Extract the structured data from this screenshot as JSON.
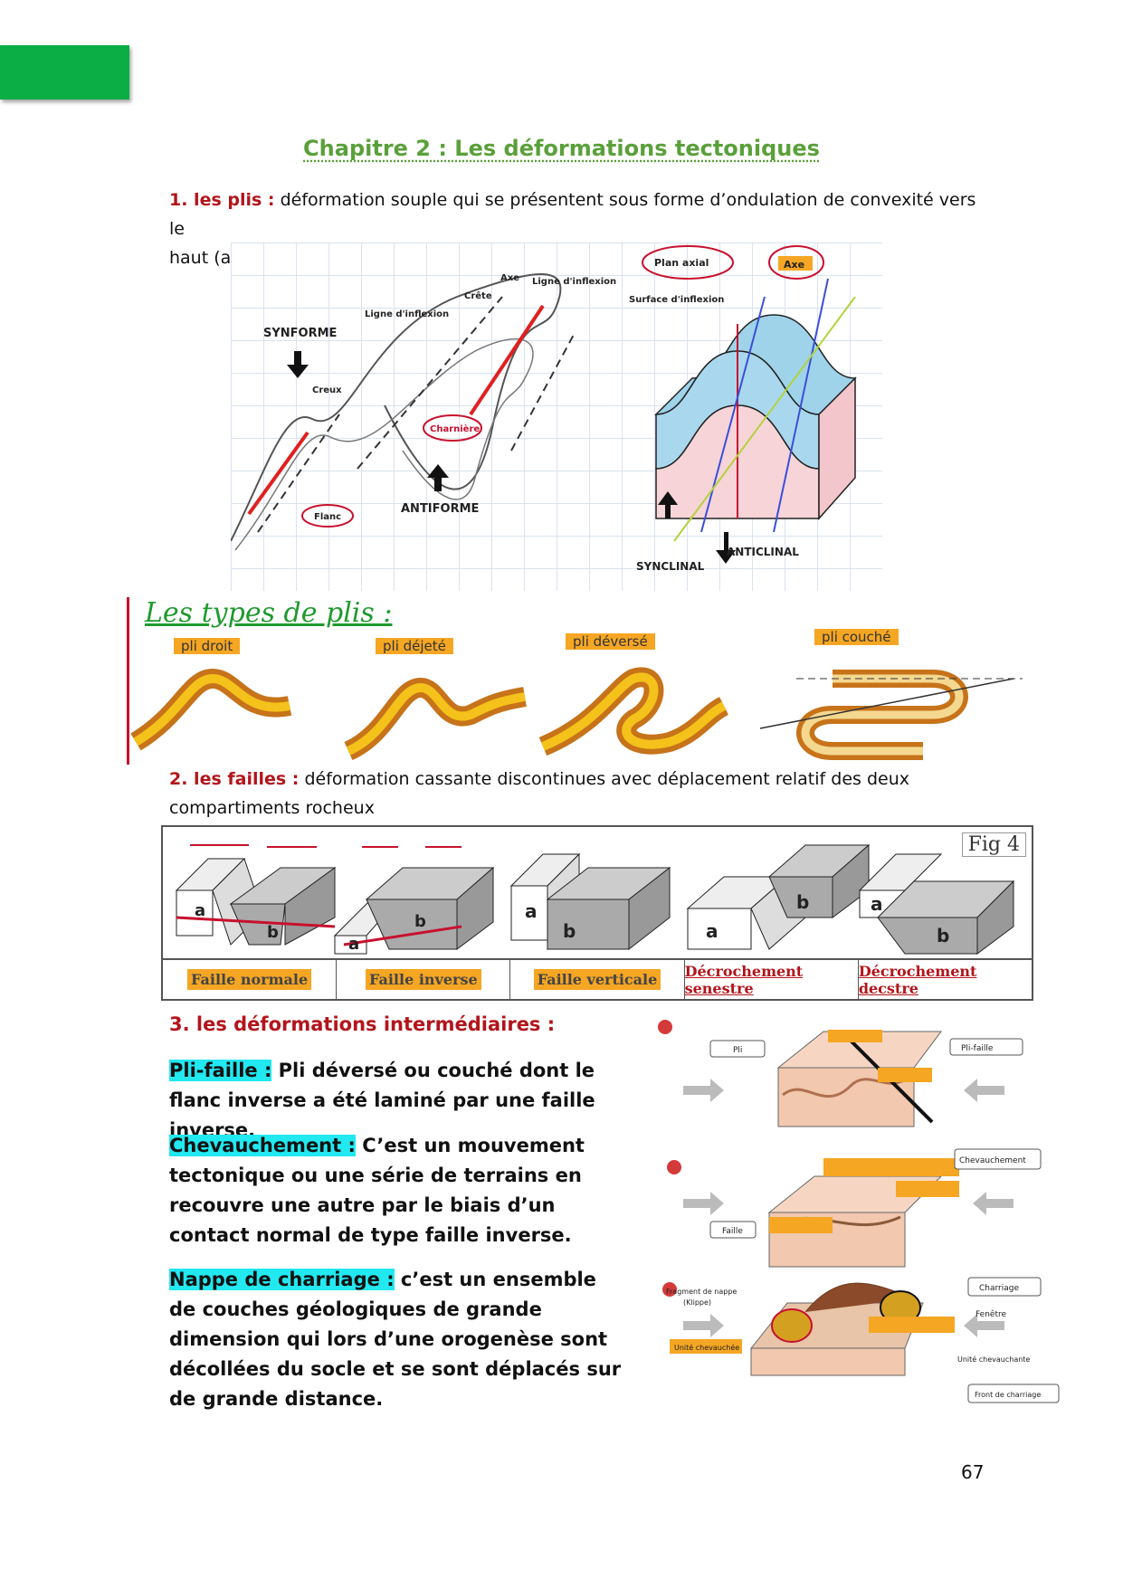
{
  "title": "Chapitre 2 : Les déformations tectoniques",
  "section1": {
    "heading": "1. les plis :",
    "text_line1": " déformation souple qui se présentent sous forme d’ondulation de convexité vers le",
    "text_line2": "haut (anticlinal), ou vers le bas (synclinal)."
  },
  "fig1": {
    "labels": {
      "synforme": "SYNFORME",
      "creux": "Creux",
      "ligne_inflexion_1": "Ligne d'inflexion",
      "crete": "Crête",
      "axe": "Axe",
      "ligne_inflexion_2": "Ligne d'inflexion",
      "charniere": "Charnière",
      "flanc": "Flanc",
      "antiforme": "ANTIFORME"
    }
  },
  "fig2": {
    "labels": {
      "plan_axial": "Plan axial",
      "axe": "Axe",
      "surface_inflexion": "Surface d'inflexion",
      "anticlinal": "ANTICLINAL",
      "synclinal": "SYNCLINAL"
    }
  },
  "fold_types": {
    "heading": "Les types de plis :",
    "types": [
      "pli droit",
      "pli déjeté",
      "pli déversé",
      "pli couché"
    ]
  },
  "section2": {
    "heading": "2. les failles :",
    "text_line1": " déformation cassante discontinues avec déplacement relatif des deux",
    "text_line2": "compartiments rocheux"
  },
  "faults": {
    "fig_label": "Fig 4",
    "types": [
      "Faille normale",
      "Faille inverse",
      "Faille verticale",
      "Décrochement senestre",
      "Décrochement decstre"
    ],
    "block_a": "a",
    "block_b": "b"
  },
  "section3": {
    "heading": "3. les déformations intermédiaires :",
    "items": [
      {
        "term": "Pli-faille :",
        "def": " Pli déversé ou couché dont le flanc inverse a été laminé par une faille inverse."
      },
      {
        "term": "Chevauchement :",
        "def": " C’est un mouvement tectonique ou une série de terrains en recouvre une autre par le biais d’un contact normal de type faille inverse."
      },
      {
        "term": "Nappe de charriage :",
        "def": " c’est un ensemble de couches géologiques de grande dimension qui lors d’une orogenèse sont décollées du socle et se sont déplacés sur de grande distance."
      }
    ]
  },
  "fig3": {
    "labels": {
      "pli": "Pli",
      "pli_faille": "Pli-faille",
      "chevauchement": "Chevauchement",
      "faille": "Faille",
      "fragment": "Fragment de nappe",
      "klippe": "(Klippe)",
      "charriage": "Charriage",
      "fenetre": "Fenêtre",
      "unite_chevauchante": "Unité chevauchante",
      "unite_chevauchee": "Unité chevauchée",
      "front": "Front de charriage"
    }
  },
  "page_number": "67"
}
